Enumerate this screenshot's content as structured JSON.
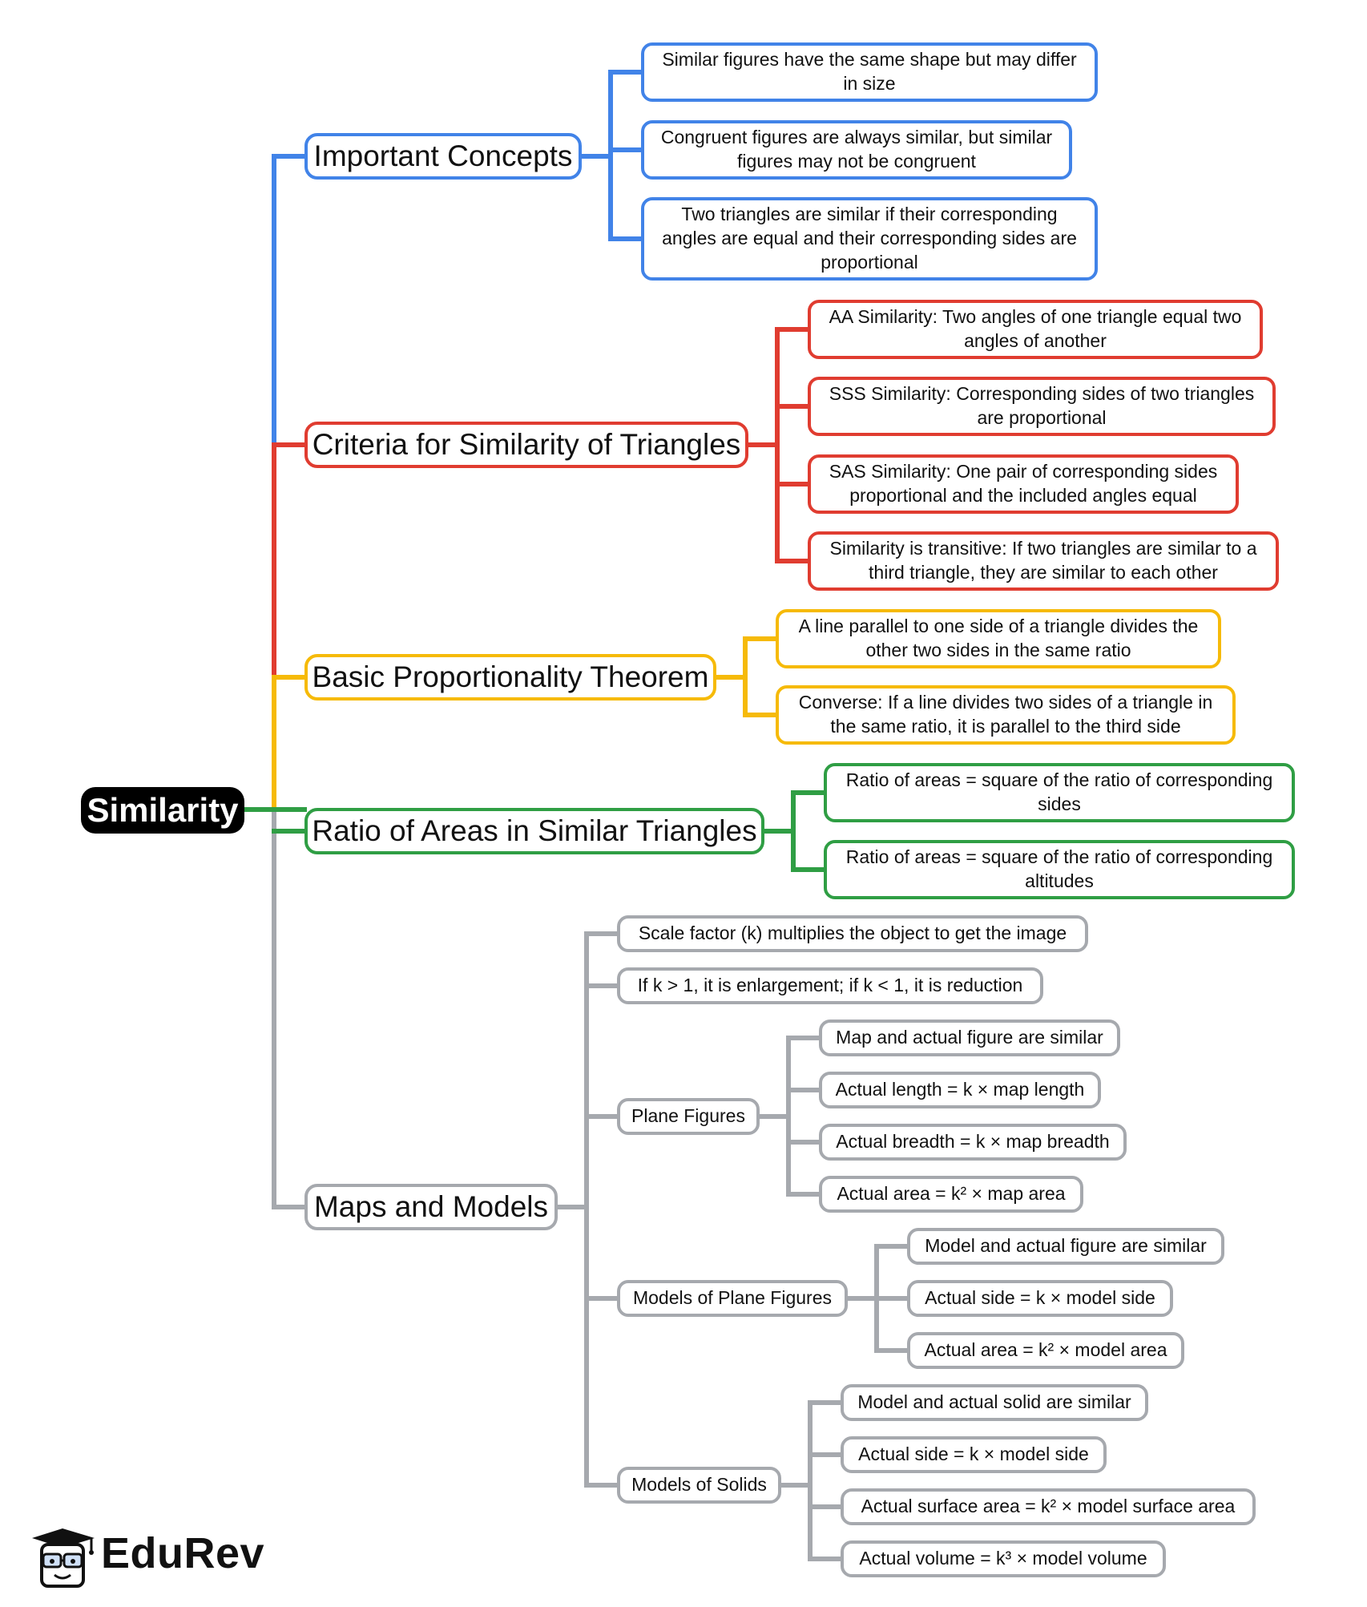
{
  "root": "Similarity",
  "colors": {
    "blue": "#4183e8",
    "red": "#e03c30",
    "yellow": "#f6ba08",
    "green": "#2f9e44",
    "gray": "#a6a9ae",
    "root_fill": "#000000"
  },
  "branches": {
    "important_concepts": {
      "label": "Important Concepts",
      "items": [
        "Similar figures have the same shape but may differ in size",
        "Congruent figures are always similar, but similar figures may not be congruent",
        "Two triangles are similar if their corresponding angles are equal and their corresponding sides are proportional"
      ]
    },
    "criteria": {
      "label": "Criteria for Similarity of Triangles",
      "items": [
        "AA Similarity: Two angles of one triangle equal two angles of another",
        "SSS Similarity: Corresponding sides of two triangles are proportional",
        "SAS Similarity: One pair of corresponding sides proportional and the included angles equal",
        "Similarity is transitive: If two triangles are similar to a third triangle, they are similar to each other"
      ]
    },
    "bpt": {
      "label": "Basic Proportionality Theorem",
      "items": [
        "A line parallel to one side of a triangle divides the other two sides in the same ratio",
        "Converse: If a line divides two sides of a triangle in the same ratio, it is parallel to the third side"
      ]
    },
    "ratio_areas": {
      "label": "Ratio of Areas in Similar Triangles",
      "items": [
        "Ratio of areas = square of the ratio of corresponding sides",
        "Ratio of areas = square of the ratio of corresponding altitudes"
      ]
    },
    "maps_models": {
      "label": "Maps and Models",
      "items": [
        "Scale factor (k) multiplies the object to get the image",
        "If k > 1, it is enlargement; if k < 1, it is reduction"
      ],
      "plane_figures": {
        "label": "Plane Figures",
        "items": [
          "Map and actual figure are similar",
          "Actual length = k × map length",
          "Actual breadth = k × map breadth",
          "Actual area = k² × map area"
        ]
      },
      "models_plane": {
        "label": "Models of Plane Figures",
        "items": [
          "Model and actual figure are similar",
          "Actual side = k × model side",
          "Actual area = k² × model area"
        ]
      },
      "models_solids": {
        "label": "Models of Solids",
        "items": [
          "Model and actual solid are similar",
          "Actual side = k × model side",
          "Actual surface area = k² × model surface area",
          "Actual volume = k³ × model volume"
        ]
      }
    }
  },
  "logo": {
    "text": "EduRev",
    "icon": "graduate-mascot-icon"
  }
}
